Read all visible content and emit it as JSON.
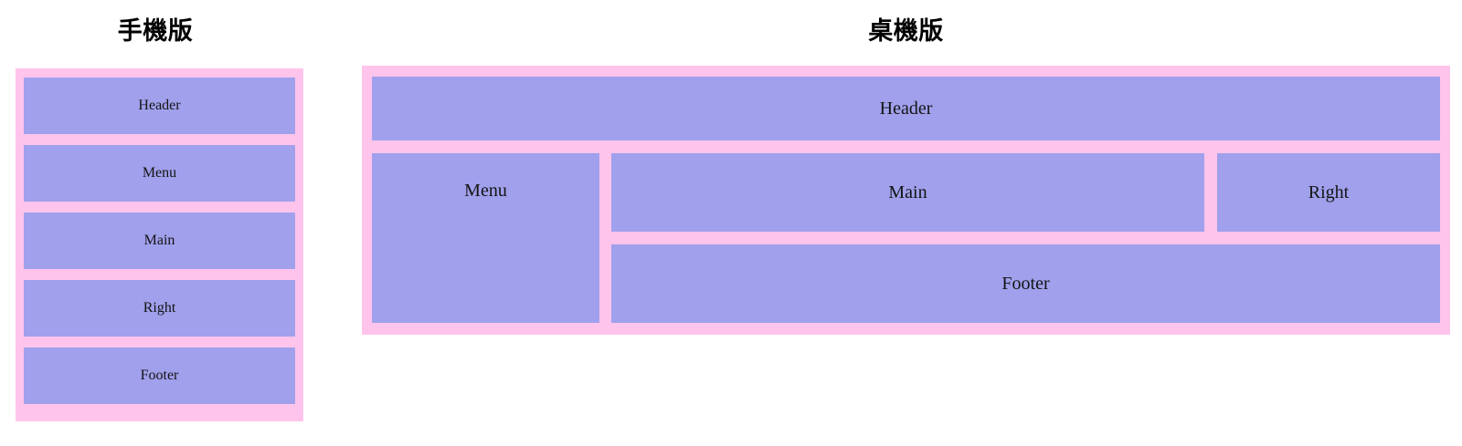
{
  "page": {
    "background_color": "#ffffff",
    "accent_pink": "#ffc4ec",
    "accent_purple": "#a0a0ec",
    "label_color": "#141414",
    "title_color": "#000000"
  },
  "mobile": {
    "title": "手機版",
    "blocks": [
      {
        "label": "Header"
      },
      {
        "label": "Menu"
      },
      {
        "label": "Main"
      },
      {
        "label": "Right"
      },
      {
        "label": "Footer"
      }
    ]
  },
  "desktop": {
    "title": "桌機版",
    "blocks": [
      {
        "label": "Header"
      },
      {
        "label": "Menu"
      },
      {
        "label": "Main"
      },
      {
        "label": "Right"
      },
      {
        "label": "Footer"
      }
    ]
  }
}
